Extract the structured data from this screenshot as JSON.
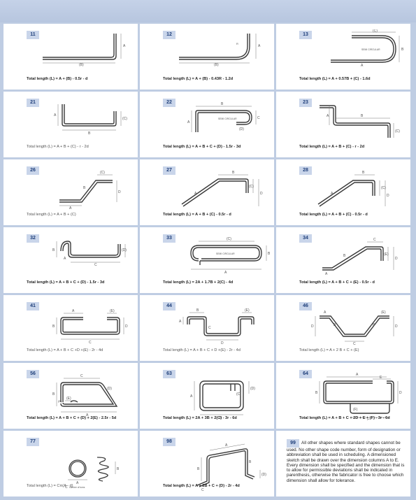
{
  "shapes": [
    {
      "code": "11",
      "formula": "Total length (L) = A + (B) - 0.5r - d",
      "bold": true
    },
    {
      "code": "12",
      "formula": "Total length (L) = A + (B) - 0.43R - 1.2d",
      "bold": true
    },
    {
      "code": "13",
      "formula": "Total length (L) = A + 0.57B + (C) - 1.6d",
      "bold": true
    },
    {
      "code": "21",
      "formula": "Total length (L) = A + B + (C) - r - 2d",
      "bold": false
    },
    {
      "code": "22",
      "formula": "Total length (L) = A + B + C + (D) - 1.5r - 3d",
      "bold": true
    },
    {
      "code": "23",
      "formula": "Total length (L) = A + B + (C) - r - 2d",
      "bold": true
    },
    {
      "code": "26",
      "formula": "Total length (L) = A + B + (C)",
      "bold": false
    },
    {
      "code": "27",
      "formula": "Total length (L) = A + B + (C) - 0.5r - d",
      "bold": true
    },
    {
      "code": "28",
      "formula": "Total length (L) = A + B + (C) - 0.5r - d",
      "bold": true
    },
    {
      "code": "32",
      "formula": "Total length (L) = A + B + C + (D) - 1.5r - 3d",
      "bold": true
    },
    {
      "code": "33",
      "formula": "Total length (L) = 2A + 1.7B + 2(C) - 4d",
      "bold": true
    },
    {
      "code": "34",
      "formula": "Total length (L) = A + B + C + (E) - 0.5r - d",
      "bold": true
    },
    {
      "code": "41",
      "formula": "Total length (L) = A + B + C +D +(E) - 2r - 4d",
      "bold": false
    },
    {
      "code": "44",
      "formula": "Total length (L) = A + B + C + D +(E) - 2r - 4d",
      "bold": false
    },
    {
      "code": "46",
      "formula": "Total length (L) = A + 2 B + C + (E)",
      "bold": false
    },
    {
      "code": "56",
      "formula": "Total length (L) = A + B + C + (D) + 2(E) - 2.5r - 5d",
      "bold": true
    },
    {
      "code": "63",
      "formula": "Total length (L) = 2A + 3B + 2(C) - 3r - 6d",
      "bold": true
    },
    {
      "code": "64",
      "formula": "Total length (L) = A + B + C + 2D + E + (F) - 3r - 6d",
      "bold": true
    },
    {
      "code": "77",
      "formula": "Total length (L) = Cπ(A - d)",
      "bold": false
    },
    {
      "code": "98",
      "formula": "Total length (L) = A + 2B + C + (D) - 2r - 4d",
      "bold": true
    }
  ],
  "labels": {
    "semi_circular": "SEMI CIRCULAR",
    "number_of_turns": "number of turns",
    "A": "A",
    "B": "B",
    "C": "C",
    "D": "D",
    "E": "E",
    "pB": "(B)",
    "pC": "(C)",
    "pD": "(D)",
    "pE": "(E)",
    "pF": "(F)"
  },
  "note": {
    "code": "99",
    "text": "All other shapes where standard shapes cannot be used.  No other shape code number, form of designation or abbreviation shall be used in scheduling.  A dimensioned sketch shall be drawn over the dimension columns A to E.  Every dimension shall be specified and the dimension that is to allow for permissible deviations shall be indicated in parenthesis, otherwise the fabricator is free to choose which dimension shall allow for tolerance."
  },
  "colors": {
    "background": "#bfcde3",
    "cell": "#ffffff",
    "badge": "#c9d5ea",
    "badge_text": "#1f3f7a",
    "bar": "#3a3a3a"
  }
}
